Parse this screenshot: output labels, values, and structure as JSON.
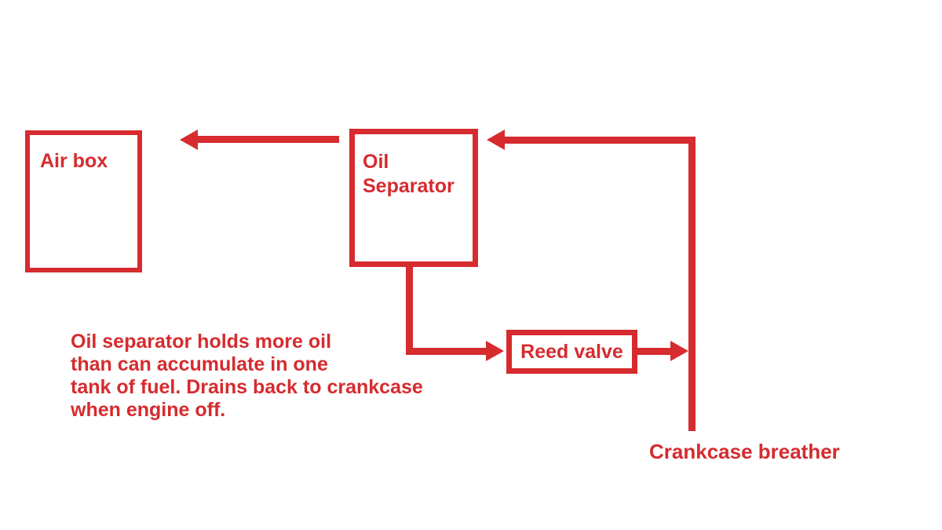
{
  "colors": {
    "line": "#d62b2f",
    "text": "#d62b2f",
    "background": "#ffffff"
  },
  "nodes": {
    "air_box": {
      "label": "Air box"
    },
    "oil_separator": {
      "label": "Oil\nSeparator"
    },
    "reed_valve": {
      "label": "Reed valve"
    }
  },
  "annotations": {
    "note": "Oil separator holds more oil\nthan can accumulate in one\ntank of fuel. Drains back to crankcase\nwhen engine off.",
    "crankcase_breather": "Crankcase breather"
  }
}
